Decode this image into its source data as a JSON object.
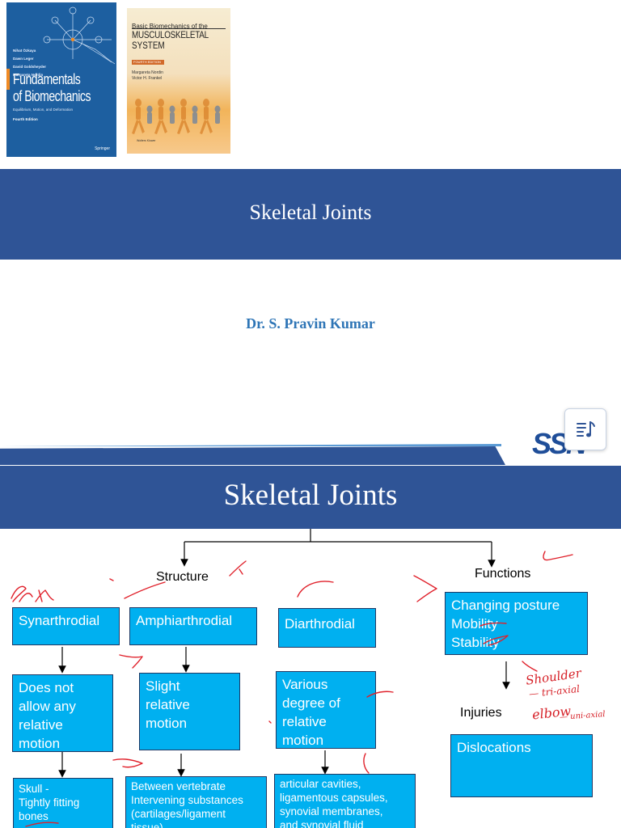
{
  "slide1": {
    "book_fundamentals": {
      "authors": [
        "Nihat Özkaya",
        "Dawn Leger",
        "David Goldsheyder",
        "Margareta Nordin"
      ],
      "title_line1": "Fundamentals",
      "title_line2": "of Biomechanics",
      "subtitle": "Equilibrium, Motion, and Deformation",
      "edition": "Fourth Edition",
      "publisher": "Springer"
    },
    "book_musculoskeletal": {
      "title_prefix": "Basic Biomechanics of the",
      "title_line1": "MUSCULOSKELETAL",
      "title_line2": "SYSTEM",
      "edition": "FOURTH EDITION",
      "authors": [
        "Margareta Nordin",
        "Victor H. Frankel"
      ],
      "publisher": "Wolters Kluwer"
    },
    "title": "Skeletal Joints",
    "author": "Dr. S. Pravin Kumar",
    "logo": "SSN",
    "notes_icon": "speaker-notes-icon"
  },
  "slide2": {
    "title": "Skeletal Joints",
    "structure_label": "Structure",
    "functions_label": "Functions",
    "injuries_label": "Injuries",
    "colors": {
      "box_fill": "#00b0f0",
      "box_border": "#1f3864",
      "band": "#2f5496",
      "ink": "#e0202a"
    },
    "boxes": {
      "synarthrodial": "Synarthrodial",
      "amphiarthrodial": "Amphiarthrodial",
      "diarthrodial": "Diarthrodial",
      "functions_list": [
        "Changing posture",
        "Mobility",
        "Stability"
      ],
      "syn_motion": [
        "Does not",
        "allow any",
        "relative",
        "motion"
      ],
      "amphi_motion": [
        "Slight",
        "relative",
        "motion"
      ],
      "diar_motion": [
        "Various",
        "degree of",
        "relative",
        "motion"
      ],
      "syn_example": [
        "Skull -",
        "Tightly fitting",
        "bones"
      ],
      "amphi_example": [
        "Between vertebrate",
        "Intervening substances",
        "(cartilages/ligament",
        "tissue)"
      ],
      "diar_example": [
        "articular cavities,",
        "ligamentous capsules,",
        "synovial membranes,",
        "and synovial fluid"
      ],
      "dislocations": "Dislocations"
    },
    "annotations": {
      "shoulder": "Shoulder",
      "shoulder_note": "— tri-axial",
      "elbow": "elbow",
      "elbow_note": "— uni-axial"
    }
  }
}
